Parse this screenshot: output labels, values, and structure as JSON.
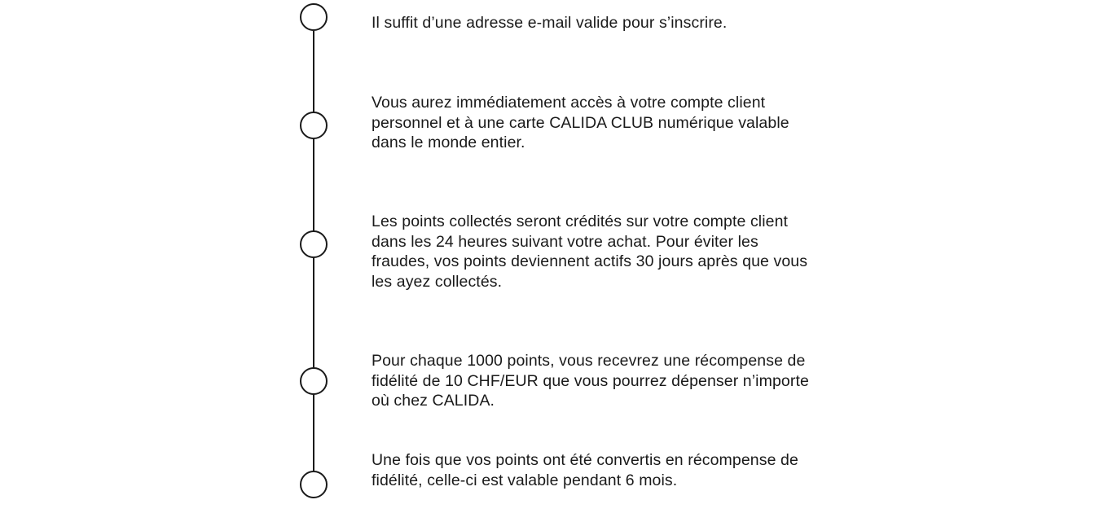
{
  "steps": [
    {
      "text": "Il suffit d’une adresse e-mail valide pour s’inscrire."
    },
    {
      "text": "Vous aurez immédiatement accès à votre compte client personnel et à une carte CALIDA CLUB numérique valable dans le monde entier."
    },
    {
      "text": "Les points collectés seront crédités sur votre compte client dans les 24 heures suivant votre achat. Pour éviter les fraudes, vos points deviennent actifs 30 jours après que vous les ayez collectés."
    },
    {
      "text": "Pour chaque 1000 points, vous recevrez une récompense de fidélité de 10 CHF/EUR que vous pourrez dépenser n’importe où chez CALIDA."
    },
    {
      "text": "Une fois que vos points ont été convertis en récompense de fidélité, celle-ci est valable pendant 6 mois."
    }
  ]
}
